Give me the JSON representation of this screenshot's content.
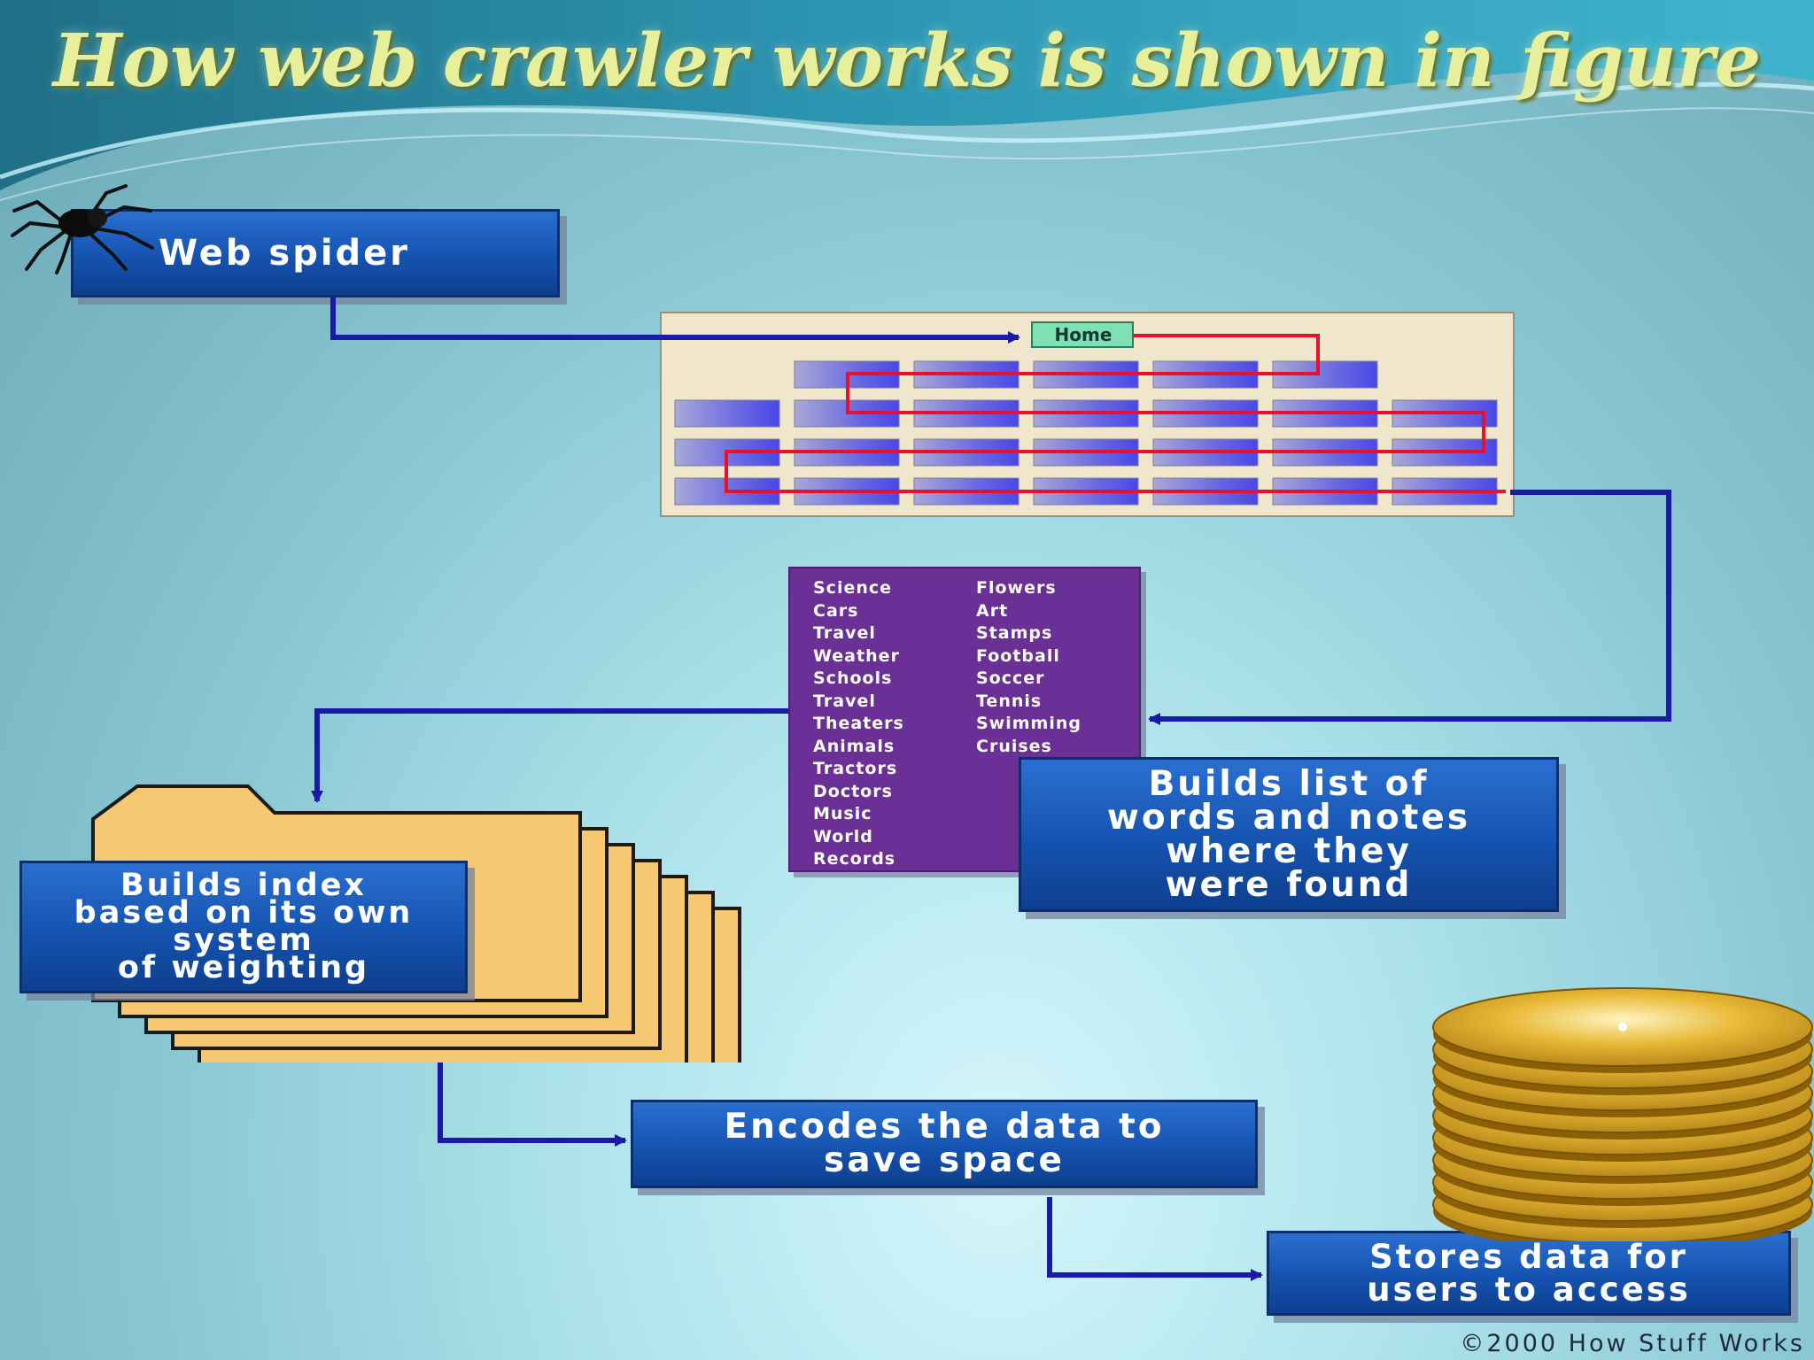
{
  "title": "How web crawler works is shown in figure",
  "steps": {
    "spider": "Web spider",
    "list": "Builds list of\nwords and notes\nwhere they\nwere found",
    "index": "Builds index\nbased on its own\nsystem\nof weighting",
    "encode": "Encodes the data to\nsave space",
    "store": "Stores data for\nusers to access"
  },
  "site_map": {
    "home": "Home"
  },
  "word_list": {
    "left": [
      "Science",
      "Cars",
      "Travel",
      "Weather",
      "Schools",
      "Travel",
      "Theaters",
      "Animals",
      "Tractors",
      "Doctors",
      "Music",
      "World",
      "Records"
    ],
    "right": [
      "Flowers",
      "Art",
      "Stamps",
      "Football",
      "Soccer",
      "Tennis",
      "Swimming",
      "Cruises"
    ]
  },
  "copyright": "©2000 How Stuff Works",
  "colors": {
    "box_blue": "#1553b0",
    "word_panel": "#6a3096",
    "arrow": "#1a1aa8",
    "crawl_path": "#e8102a",
    "title": "#e8ef9a",
    "folder": "#f7c872",
    "disk": "#d9a520"
  },
  "icons": [
    "spider-icon",
    "folder-stack-icon",
    "disk-stack-icon"
  ]
}
